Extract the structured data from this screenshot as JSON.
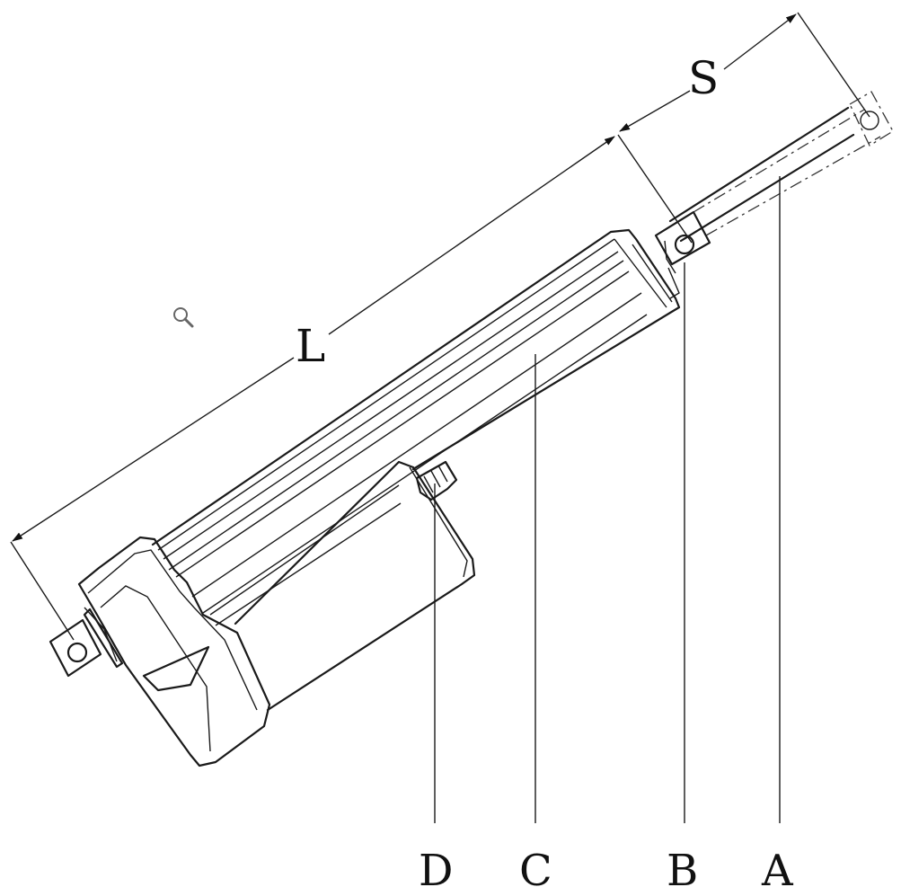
{
  "dimensions": {
    "stroke_label": "S",
    "length_label": "L"
  },
  "callouts": {
    "d": "D",
    "c": "C",
    "b": "B",
    "a": "A"
  },
  "icons": {
    "zoom": "magnifier-icon"
  }
}
